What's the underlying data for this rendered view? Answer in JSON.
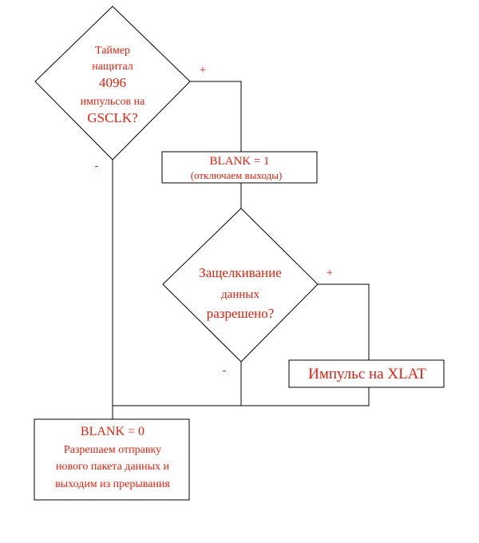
{
  "decision_timer": {
    "lines": [
      "Таймер",
      "нащитал",
      "4096",
      "импульсов на",
      "GSCLK?"
    ],
    "yes_label": "+",
    "no_label": "-"
  },
  "process_blank1": {
    "lines": [
      "BLANK = 1",
      "(отключаем выходы)"
    ]
  },
  "decision_latch": {
    "lines": [
      "Защелкивание",
      "данных",
      "разрешено?"
    ],
    "yes_label": "+",
    "no_label": "-"
  },
  "process_xlat": {
    "lines": [
      "Импульс на XLAT"
    ]
  },
  "process_blank0": {
    "lines": [
      "BLANK = 0",
      "Разрешаем отправку",
      "нового пакета данных и",
      "выходим из прерывания"
    ]
  },
  "colors": {
    "text": "#e8200c",
    "stroke": "#000000",
    "background": "#ffffff"
  }
}
